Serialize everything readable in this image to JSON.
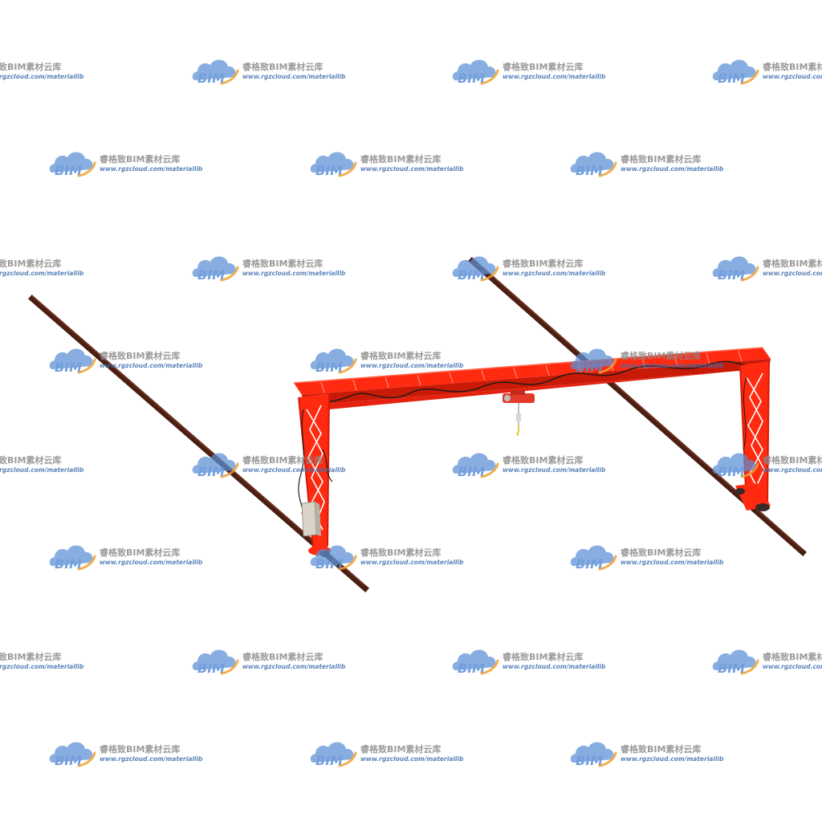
{
  "watermark": {
    "logo_text": "BIM",
    "title": "睿格致BIM素材云库",
    "url": "www.rgzcloud.com/materiallib",
    "logo_colors": {
      "cloud": "#5b8fd6",
      "swoosh": "#f0a030",
      "text": "#ffffff"
    }
  },
  "scene": {
    "subject": "gantry-crane-on-rails",
    "colors": {
      "rail": "#4a1e12",
      "rail_highlight": "#6b2e1c",
      "crane": "#ff2a10",
      "crane_dark": "#c91a08",
      "cable": "#2a1a14",
      "cabinet": "#d9d3c8",
      "hoist": "#e33a2a"
    }
  }
}
